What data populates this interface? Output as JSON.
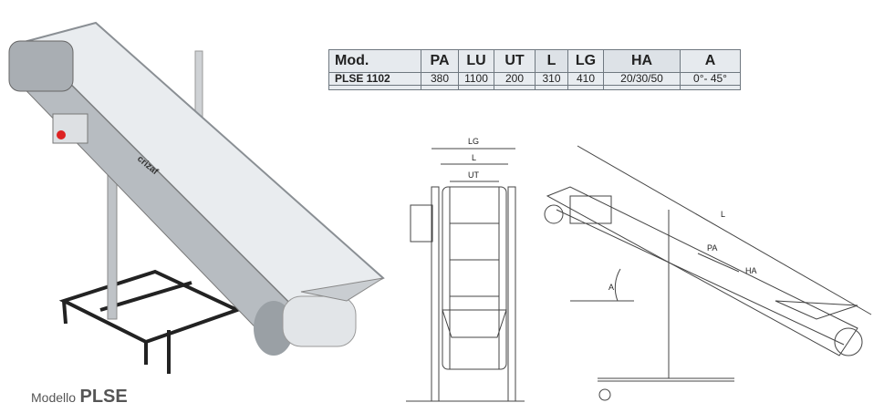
{
  "table": {
    "headers": [
      "Mod.",
      "PA",
      "LU",
      "UT",
      "L",
      "LG",
      "HA",
      "A"
    ],
    "rows": [
      [
        "PLSE 1102",
        "380",
        "1100",
        "200",
        "310",
        "410",
        "20/30/50",
        "0°- 45°"
      ]
    ]
  },
  "caption": {
    "prefix": "Modello",
    "model": "PLSE"
  },
  "photo": {
    "brand": "crizaf"
  },
  "front_view": {
    "labels": {
      "lg": "LG",
      "l": "L",
      "ut": "UT"
    }
  },
  "side_view": {
    "labels": {
      "l": "L",
      "pa": "PA",
      "ha": "HA",
      "a": "A"
    }
  }
}
